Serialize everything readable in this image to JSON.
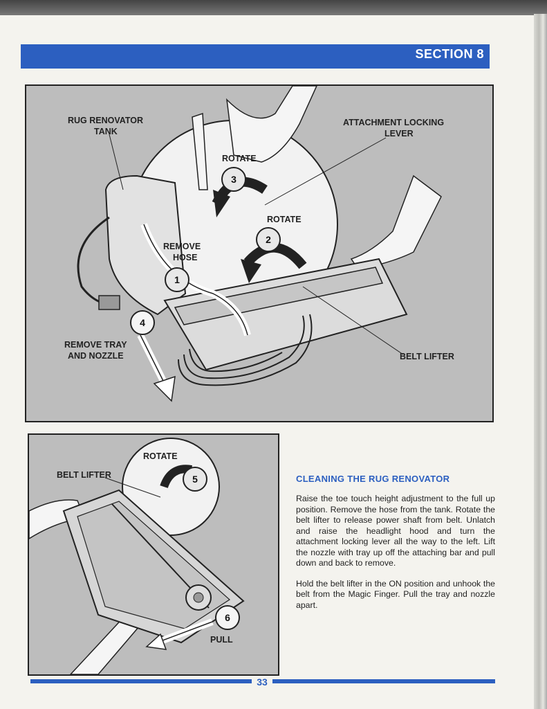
{
  "header": {
    "section": "SECTION 8"
  },
  "figure_top": {
    "labels": {
      "rug_renovator_tank_1": "RUG RENOVATOR",
      "rug_renovator_tank_2": "TANK",
      "attachment_locking_lever_1": "ATTACHMENT LOCKING",
      "attachment_locking_lever_2": "LEVER",
      "rotate_3": "ROTATE",
      "rotate_2": "ROTATE",
      "remove_hose_1": "REMOVE",
      "remove_hose_2": "HOSE",
      "remove_tray_1": "REMOVE TRAY",
      "remove_tray_2": "AND NOZZLE",
      "belt_lifter": "BELT LIFTER"
    },
    "steps": {
      "s1": "1",
      "s2": "2",
      "s3": "3",
      "s4": "4"
    }
  },
  "figure_bottom": {
    "labels": {
      "rotate": "ROTATE",
      "belt_lifter": "BELT LIFTER",
      "pull": "PULL"
    },
    "steps": {
      "s5": "5",
      "s6": "6"
    }
  },
  "instructions": {
    "title": "CLEANING THE RUG RENOVATOR",
    "paragraphs": [
      "Raise the toe touch height adjustment to the full up position. Remove the hose from the tank. Rotate the belt lifter to release power shaft from belt. Unlatch and raise the headlight hood and turn the attachment locking lever all the way to the left. Lift the nozzle with tray up off the attaching bar and pull down and back to remove.",
      "Hold the belt lifter in the ON position and unhook the belt from the Magic Finger. Pull the tray and nozzle apart."
    ]
  },
  "footer": {
    "page_number": "33"
  },
  "colors": {
    "accent_blue": "#2c5fc0",
    "panel_gray": "#bdbdbd",
    "paper": "#f4f3ee"
  }
}
